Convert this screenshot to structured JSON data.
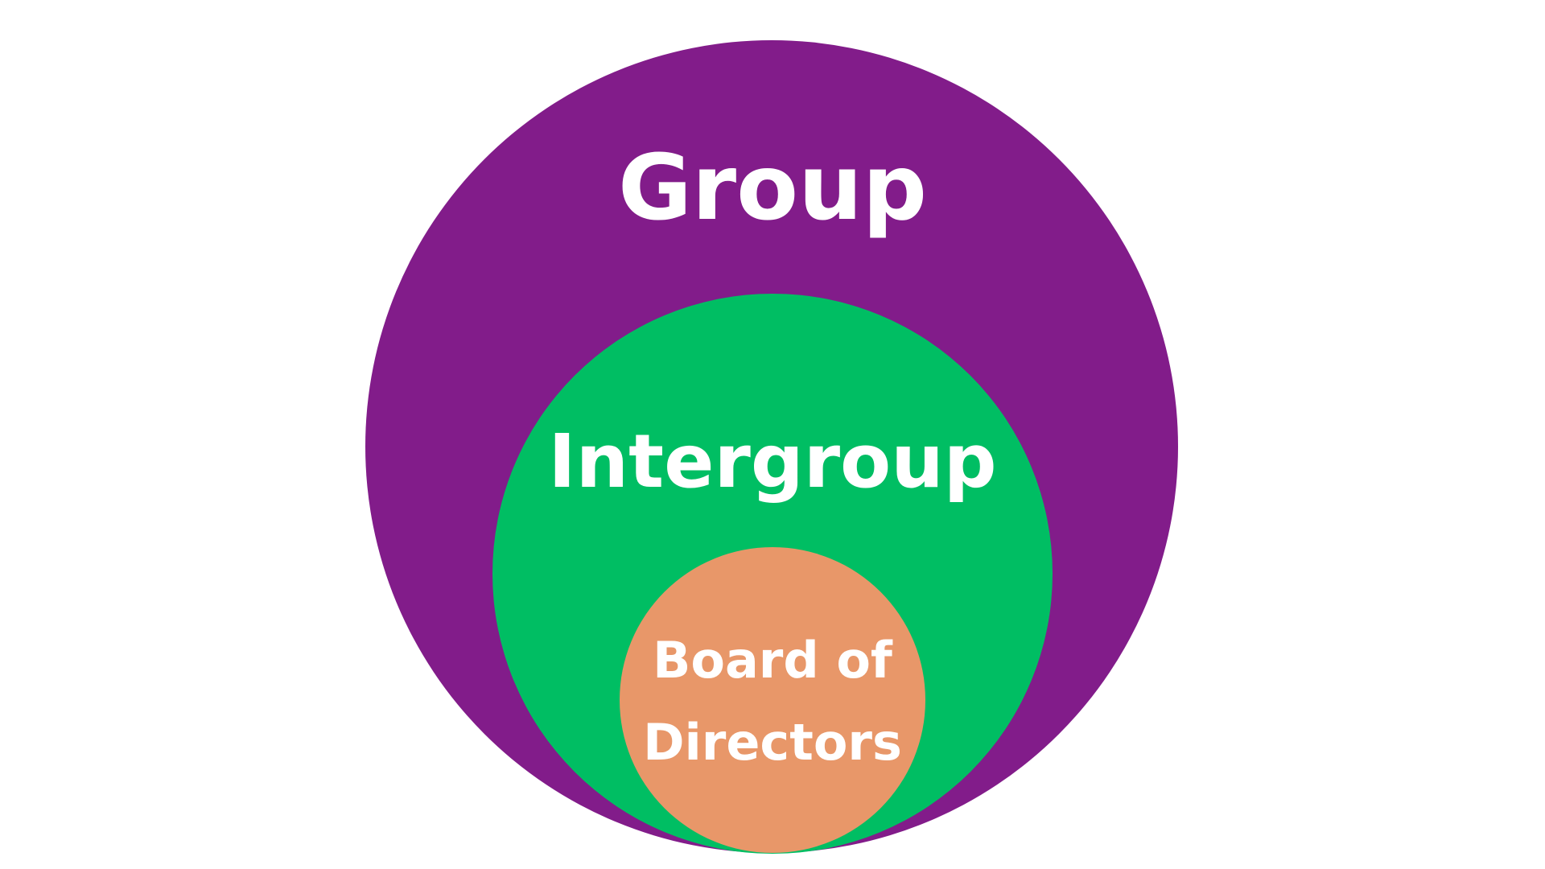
{
  "diagram": {
    "circles": [
      {
        "label": "Group",
        "color": "#821C8A"
      },
      {
        "label": "Intergroup",
        "color": "#00BE63"
      },
      {
        "label_lines": [
          "Board of",
          "Directors"
        ],
        "color": "#E89769"
      }
    ],
    "text_color": "#FFFFFF",
    "background": "#FFFFFF"
  }
}
